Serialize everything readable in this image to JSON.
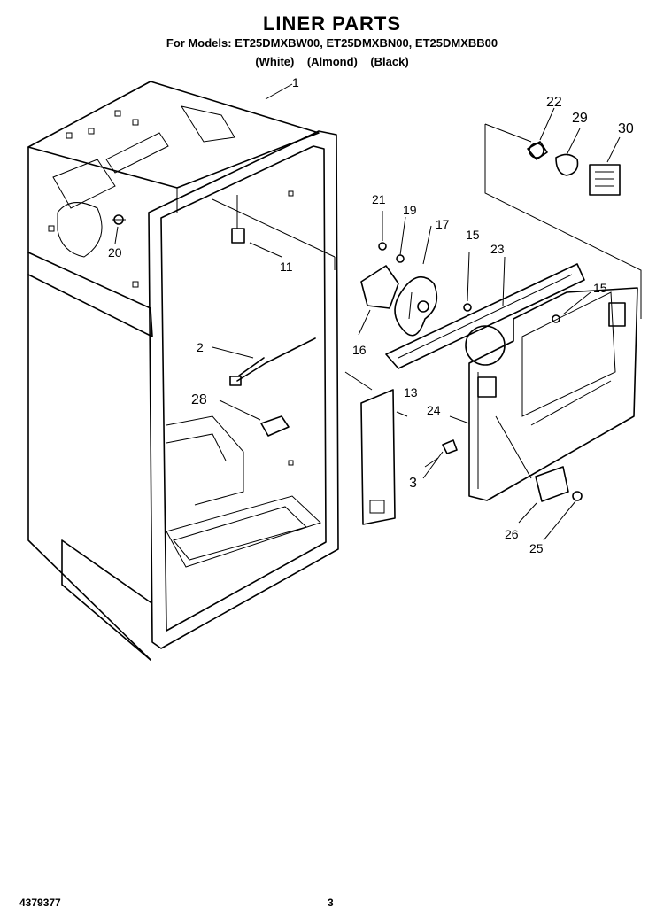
{
  "header": {
    "title": "LINER PARTS",
    "models_prefix": "For Models:",
    "models": "ET25DMXBW00, ET25DMXBN00, ET25DMXBB00",
    "colors": [
      "(White)",
      "(Almond)",
      "(Black)"
    ]
  },
  "callouts": {
    "c1": "1",
    "c2": "2",
    "c3": "3",
    "c11": "11",
    "c13": "13",
    "c15a": "15",
    "c15b": "15",
    "c16": "16",
    "c17": "17",
    "c19": "19",
    "c20": "20",
    "c21": "21",
    "c22": "22",
    "c23": "23",
    "c24": "24",
    "c25": "25",
    "c26": "26",
    "c28": "28",
    "c29": "29",
    "c30": "30"
  },
  "footer": {
    "doc_number": "4379377",
    "page_number": "3"
  }
}
